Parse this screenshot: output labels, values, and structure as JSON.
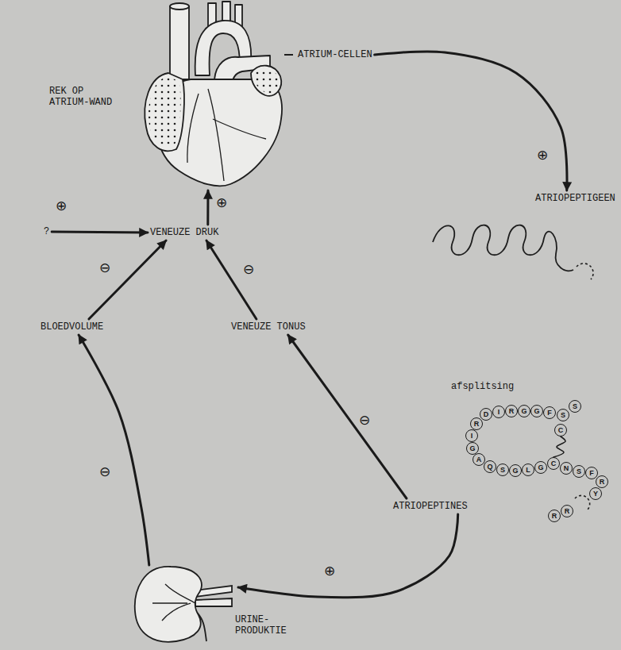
{
  "diagram": {
    "nodes": [
      {
        "text": [
          "REK OP ATRIUM-WAND"
        ]
      },
      {
        "text": [
          "ATRIUM-CELLEN"
        ]
      },
      {
        "text": [
          "ATRIOPEPTIGEEN"
        ]
      },
      {
        "text": [
          "?"
        ]
      },
      {
        "text": [
          "VENEUZE DRUK"
        ]
      },
      {
        "text": [
          "BLOEDVOLUME"
        ]
      },
      {
        "text": [
          "VENEUZE TONUS"
        ]
      },
      {
        "text": [
          "ATRIOPEPTINES"
        ]
      },
      {
        "text": [
          "URINE- PRODUKTIE"
        ]
      },
      {
        "text": [
          "S"
        ]
      },
      {
        "text": [
          "S"
        ]
      },
      {
        "text": [
          "C"
        ]
      },
      {
        "text": [
          "F"
        ]
      },
      {
        "text": [
          "G"
        ]
      },
      {
        "text": [
          "G"
        ]
      },
      {
        "text": [
          "R"
        ]
      },
      {
        "text": [
          "I"
        ]
      },
      {
        "text": [
          "D"
        ]
      },
      {
        "text": [
          "R"
        ]
      },
      {
        "text": [
          "I"
        ]
      },
      {
        "text": [
          "G"
        ]
      },
      {
        "text": [
          "A"
        ]
      },
      {
        "text": [
          "Q"
        ]
      },
      {
        "text": [
          "S"
        ]
      },
      {
        "text": [
          "G"
        ]
      },
      {
        "text": [
          "L"
        ]
      },
      {
        "text": [
          "G"
        ]
      },
      {
        "text": [
          "C"
        ]
      },
      {
        "text": [
          "N"
        ]
      },
      {
        "text": [
          "S"
        ]
      },
      {
        "text": [
          "F"
        ]
      },
      {
        "text": [
          "R"
        ]
      },
      {
        "text": [
          "Y"
        ]
      },
      {
        "text": [
          "R"
        ]
      },
      {
        "text": [
          "R"
        ]
      }
    ],
    "edges": [
      {
        "from": 1,
        "to": 2,
        "arrow": "to",
        "label": "⊕"
      },
      {
        "from": 4,
        "to": 0,
        "arrow": "to",
        "label": "⊕"
      },
      {
        "from": 3,
        "to": 4,
        "arrow": "to",
        "label": "⊕"
      },
      {
        "from": 5,
        "to": 4,
        "arrow": "to",
        "label": "⊖"
      },
      {
        "from": 6,
        "to": 4,
        "arrow": "to",
        "label": "⊖"
      },
      {
        "from": 7,
        "to": 6,
        "arrow": "to",
        "label": "⊖"
      },
      {
        "from": 7,
        "to": 8,
        "arrow": "to",
        "label": "⊕"
      },
      {
        "from": 8,
        "to": 5,
        "arrow": "to",
        "label": "⊖"
      },
      {
        "from": 11,
        "to": 27,
        "arrow": "none"
      }
    ],
    "labels": [
      "afsplitsing"
    ]
  }
}
